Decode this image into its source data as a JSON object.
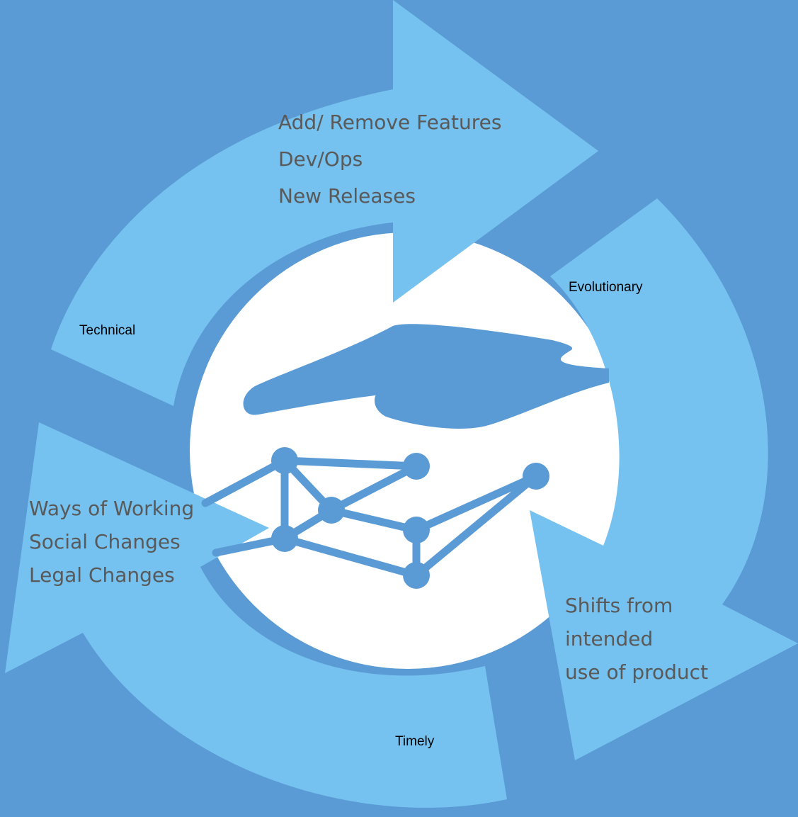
{
  "colors": {
    "background": "#5b9bd5",
    "arrow": "#75c2f0",
    "center": "#ffffff",
    "list_text": "#595959",
    "label_text": "#000000"
  },
  "center_icon": "handshake-network-icon",
  "arrows": {
    "top": {
      "label": "Technical",
      "lines": [
        "Add/ Remove Features",
        "Dev/Ops",
        "New Releases"
      ]
    },
    "right": {
      "label": "Evolutionary",
      "lines": [
        "Shifts from",
        "intended",
        "use of product"
      ]
    },
    "bottom": {
      "label": "Timely",
      "lines": [
        "Ways of Working",
        "Social Changes",
        "Legal Changes"
      ]
    }
  }
}
